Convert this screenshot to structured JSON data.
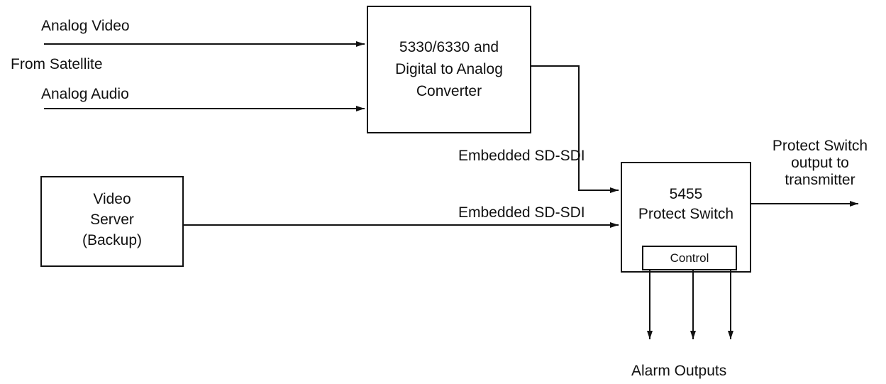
{
  "inputs": {
    "analog_video": "Analog Video",
    "from_satellite": "From Satellite",
    "analog_audio": "Analog Audio"
  },
  "converter": {
    "line1": "5330/6330 and",
    "line2": "Digital to Analog",
    "line3": "Converter"
  },
  "server": {
    "line1": "Video",
    "line2": "Server",
    "line3": "(Backup)"
  },
  "protect_switch": {
    "line1": "5455",
    "line2": "Protect Switch",
    "control": "Control"
  },
  "signals": {
    "embedded_top": "Embedded SD-SDI",
    "embedded_bottom": "Embedded SD-SDI"
  },
  "output": {
    "line1": "Protect Switch",
    "line2": "output to",
    "line3": "transmitter"
  },
  "alarm": {
    "label": "Alarm Outputs"
  },
  "colors": {
    "stroke": "#111111",
    "background": "#ffffff"
  }
}
